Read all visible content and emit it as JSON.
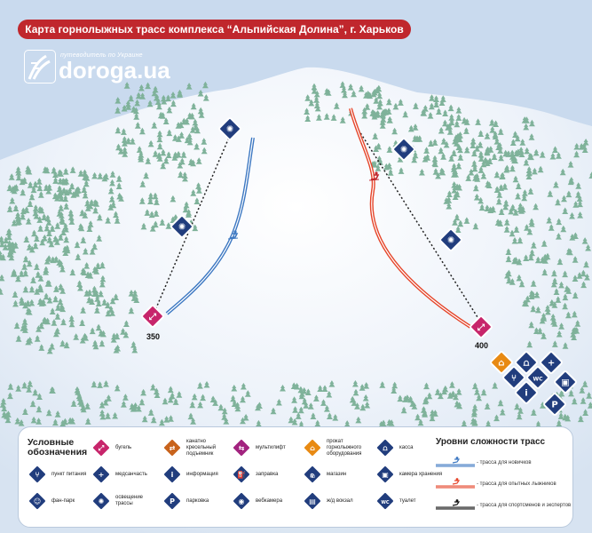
{
  "title": "Карта горнолыжных трасс комплекса “Альпийская Долина”, г. Харьков",
  "logo": {
    "tagline": "путеводитель по Украине",
    "name": "doroga.ua"
  },
  "slopes": [
    {
      "distance": "350",
      "difficulty": "beginner",
      "color": "#3d78c2"
    },
    {
      "distance": "400",
      "difficulty": "experienced",
      "color": "#e5452a"
    }
  ],
  "legend": {
    "title": "Условные обозначения",
    "items": [
      {
        "icon": "bugel-icon",
        "label": "бугель",
        "color": "#c7256b"
      },
      {
        "icon": "chairlift-icon",
        "label": "канатно кресельный подъемник",
        "color": "#c8631c"
      },
      {
        "icon": "multilift-icon",
        "label": "мультилифт",
        "color": "#a2237f"
      },
      {
        "icon": "rental-icon",
        "label": "прокат горнолыжного оборудования",
        "color": "#e88a13"
      },
      {
        "icon": "cashier-icon",
        "label": "касса",
        "color": "#213d7d"
      },
      {
        "icon": "food-icon",
        "label": "пункт питания",
        "color": "#213d7d"
      },
      {
        "icon": "medical-icon",
        "label": "медсанчасть",
        "color": "#213d7d"
      },
      {
        "icon": "info-icon",
        "label": "информация",
        "color": "#213d7d"
      },
      {
        "icon": "gas-station-icon",
        "label": "заправка",
        "color": "#213d7d"
      },
      {
        "icon": "shop-icon",
        "label": "магазин",
        "color": "#213d7d"
      },
      {
        "icon": "storage-icon",
        "label": "камера хранения",
        "color": "#213d7d"
      },
      {
        "icon": "funpark-icon",
        "label": "фан-парк",
        "color": "#213d7d"
      },
      {
        "icon": "lighting-icon",
        "label": "освещение трассы",
        "color": "#213d7d"
      },
      {
        "icon": "parking-icon",
        "label": "парковка",
        "color": "#213d7d"
      },
      {
        "icon": "webcam-icon",
        "label": "вебкамера",
        "color": "#213d7d"
      },
      {
        "icon": "railway-icon",
        "label": "ж/д вокзал",
        "color": "#213d7d"
      },
      {
        "icon": "toilet-icon",
        "label": "туалет",
        "color": "#213d7d"
      }
    ]
  },
  "levels": {
    "title": "Уровни сложности трасс",
    "items": [
      {
        "label": "- трасса для новичков",
        "color": "#3d78c2"
      },
      {
        "label": "- трасса для опытных лыжников",
        "color": "#e5452a"
      },
      {
        "label": "- трасса для спортсменов и экспертов",
        "color": "#111111"
      }
    ]
  },
  "icon_glyphs": {
    "bugel-icon": "⤢",
    "chairlift-icon": "⇄",
    "multilift-icon": "⇆",
    "rental-icon": "⌂",
    "cashier-icon": "⩍",
    "food-icon": "⑂",
    "medical-icon": "+",
    "info-icon": "i",
    "gas-station-icon": "⛽",
    "shop-icon": "🛍",
    "storage-icon": "▣",
    "funpark-icon": "☺",
    "lighting-icon": "✺",
    "parking-icon": "P",
    "webcam-icon": "◉",
    "railway-icon": "▤",
    "toilet-icon": "WC"
  }
}
